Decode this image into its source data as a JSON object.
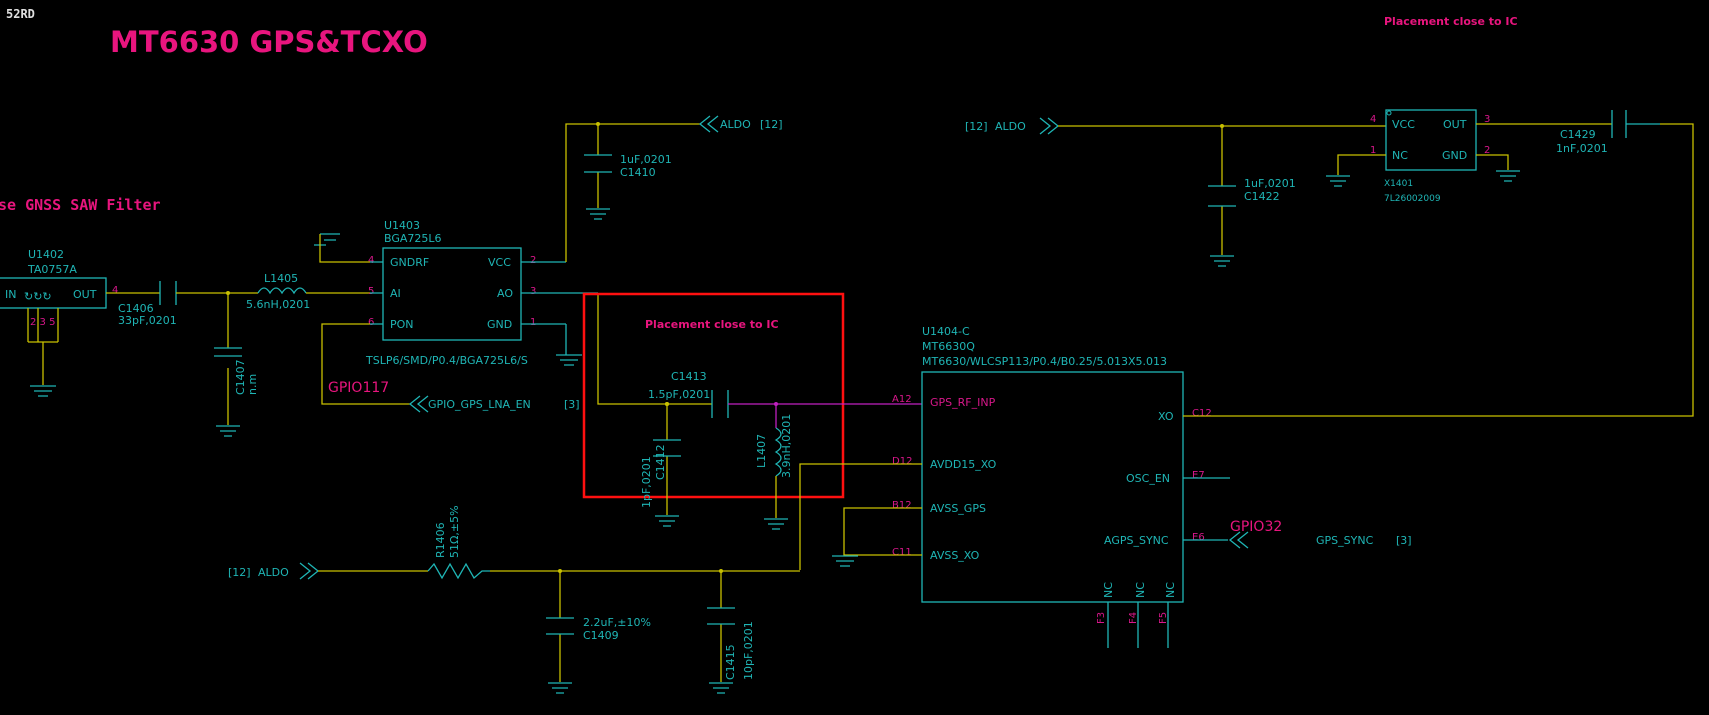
{
  "header": {
    "logo": "52RD",
    "title": "MT6630 GPS&TCXO",
    "note_top": "Placement close to IC",
    "note_box": "Placement close to IC",
    "saw_note": "se GNSS SAW Filter"
  },
  "u1402": {
    "ref": "U1402",
    "part": "TA0757A",
    "pin_in": "IN",
    "pin_out": "OUT",
    "gnd_glyphs": "↻↻↻",
    "pin4": "4",
    "pins_bottom": "2 3 5"
  },
  "u1403": {
    "ref": "U1403",
    "part": "BGA725L6",
    "footprint": "TSLP6/SMD/P0.4/BGA725L6/S",
    "pins": [
      {
        "num": "4",
        "name": "GNDRF"
      },
      {
        "num": "5",
        "name": "AI"
      },
      {
        "num": "6",
        "name": "PON"
      },
      {
        "num": "2",
        "name": "VCC"
      },
      {
        "num": "3",
        "name": "AO"
      },
      {
        "num": "1",
        "name": "GND"
      }
    ]
  },
  "u1404": {
    "ref": "U1404-C",
    "part": "MT6630Q",
    "footprint": "MT6630/WLCSP113/P0.4/B0.25/5.013X5.013",
    "left_pins": [
      {
        "num": "A12",
        "name": "GPS_RF_INP"
      },
      {
        "num": "D12",
        "name": "AVDD15_XO"
      },
      {
        "num": "B12",
        "name": "AVSS_GPS"
      },
      {
        "num": "C11",
        "name": "AVSS_XO"
      }
    ],
    "right_pins": [
      {
        "num": "C12",
        "name": "XO"
      },
      {
        "num": "E7",
        "name": "OSC_EN"
      },
      {
        "num": "E6",
        "name": "AGPS_SYNC"
      }
    ],
    "bottom_pins": [
      {
        "num": "F3",
        "name": "NC"
      },
      {
        "num": "F4",
        "name": "NC"
      },
      {
        "num": "F5",
        "name": "NC"
      }
    ]
  },
  "x1401": {
    "ref": "X1401",
    "part": "7L26002009",
    "pins": [
      {
        "num": "4",
        "name": "VCC"
      },
      {
        "num": "1",
        "name": "NC"
      },
      {
        "num": "3",
        "name": "OUT"
      },
      {
        "num": "2",
        "name": "GND"
      }
    ]
  },
  "parts": {
    "c1406_ref": "C1406",
    "c1406_val": "33pF,0201",
    "l1405_ref": "L1405",
    "l1405_val": "5.6nH,0201",
    "c1407_ref": "C1407",
    "c1407_val": "n.m",
    "c1410_val": "1uF,0201",
    "c1410_ref": "C1410",
    "c1413_ref": "C1413",
    "c1413_val": "1.5pF,0201",
    "c1412_val": "1pF,0201",
    "c1412_ref": "C1412",
    "l1407_ref": "L1407",
    "l1407_val": "3.9nH,0201",
    "r1406_ref": "R1406",
    "r1406_val": "51Ω,±5%",
    "c1409_val": "2.2uF,±10%",
    "c1409_ref": "C1409",
    "c1415_ref": "C1415",
    "c1415_val": "10pF,0201",
    "c1422_val": "1uF,0201",
    "c1422_ref": "C1422",
    "c1429_ref": "C1429",
    "c1429_val": "1nF,0201"
  },
  "nets": {
    "aldo_top": "ALDO",
    "aldo_top_ref": "[12]",
    "aldo_mid": "ALDO",
    "aldo_mid_ref": "[12]",
    "aldo_bot": "ALDO",
    "aldo_bot_ref": "[12]",
    "gpio117": "GPIO117",
    "lna_en": "GPIO_GPS_LNA_EN",
    "lna_en_ref": "[3]",
    "gpio32": "GPIO32",
    "gps_sync": "GPS_SYNC",
    "gps_sync_ref": "[3]"
  },
  "colors": {
    "background": "#000000",
    "symbol": "#1fb5b5",
    "wire": "#c8c000",
    "rf_net": "#c020c0",
    "label": "#e8157e",
    "highlight_box": "#ff1010"
  }
}
